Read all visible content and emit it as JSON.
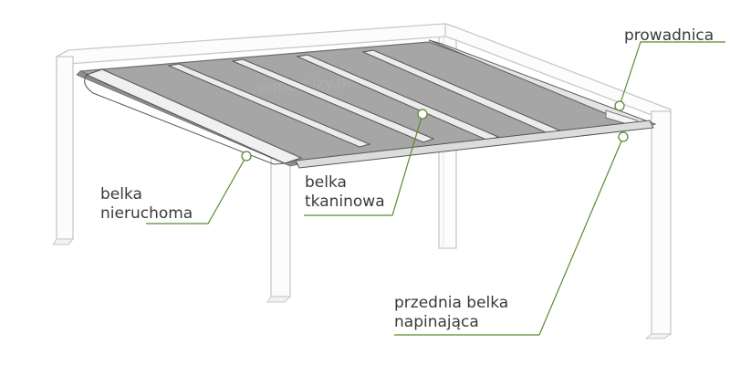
{
  "labels": {
    "guide": "prowadnica",
    "fixed_beam_line1": "belka",
    "fixed_beam_line2": "nieruchoma",
    "fabric_beam_line1": "belka",
    "fabric_beam_line2": "tkaninowa",
    "front_beam_line1": "przednia belka",
    "front_beam_line2": "napinająca"
  },
  "watermark": "e-markizy.pl",
  "colors": {
    "frame_stroke": "#c8c8c8",
    "fabric": "#a6a6a6",
    "beam": "#ececec",
    "leader": "#5a8a2e",
    "text": "#3a3a3a"
  }
}
